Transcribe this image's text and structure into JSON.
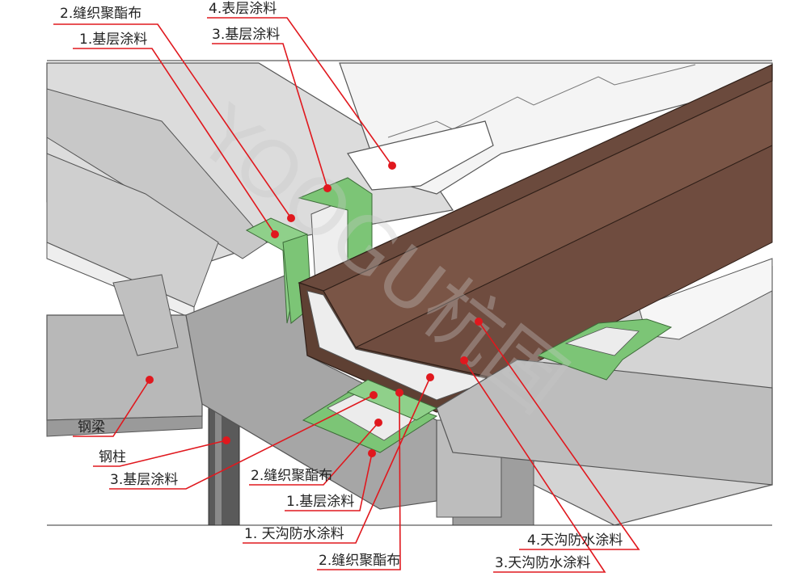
{
  "watermark": "YOOGU杭固",
  "colors": {
    "leader": "#e0181e",
    "dot": "#e0181e",
    "green": "#7cc576",
    "brown": "#6b4a3d",
    "fiber": "#ececec",
    "steel": "#a9a9a9",
    "panel": "#d9d9d9"
  },
  "labels": [
    {
      "text": "2.缝织聚酯布"
    },
    {
      "text": "1.基层涂料"
    },
    {
      "text": "4.表层涂料"
    },
    {
      "text": "3.基层涂料"
    },
    {
      "text": "钢梁"
    },
    {
      "text": "钢柱"
    },
    {
      "text": "3.基层涂料"
    },
    {
      "text": "2.缝织聚酯布"
    },
    {
      "text": "1.基层涂料"
    },
    {
      "text": "1. 天沟防水涂料"
    },
    {
      "text": "2.缝织聚酯布"
    },
    {
      "text": "4.天沟防水涂料"
    },
    {
      "text": "3.天沟防水涂料"
    }
  ]
}
